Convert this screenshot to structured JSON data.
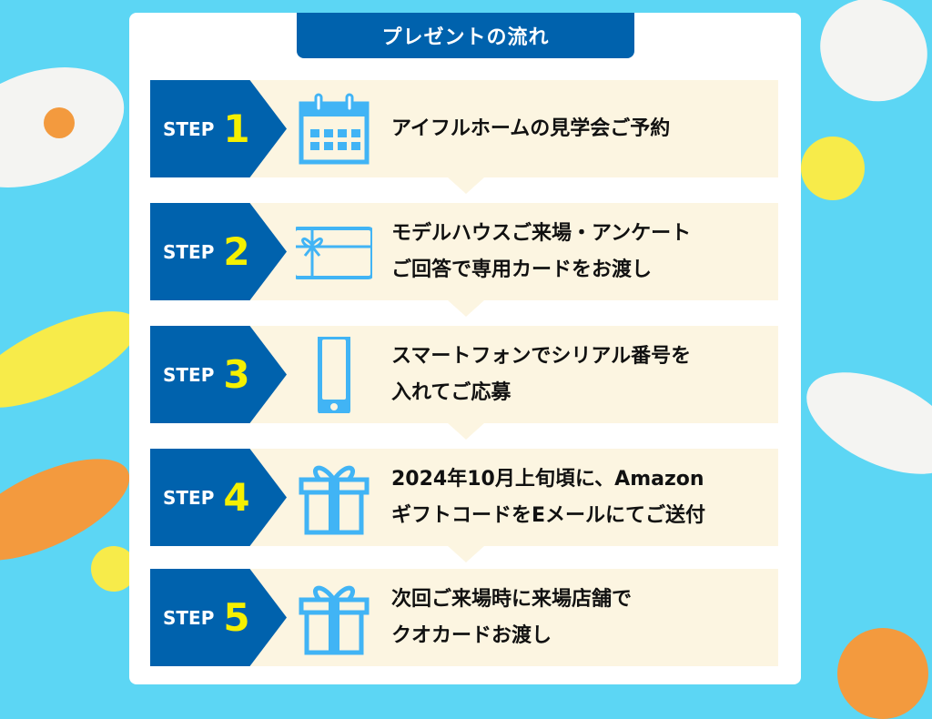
{
  "title": "プレゼントの流れ",
  "step_label": "STEP",
  "steps": [
    {
      "num": "1",
      "icon": "calendar-icon",
      "lines": [
        "アイフルホームの見学会ご予約"
      ]
    },
    {
      "num": "2",
      "icon": "gift-card-icon",
      "lines": [
        "モデルハウスご来場・アンケート",
        "ご回答で専用カードをお渡し"
      ]
    },
    {
      "num": "3",
      "icon": "smartphone-icon",
      "lines": [
        "スマートフォンでシリアル番号を",
        "入れてご応募"
      ]
    },
    {
      "num": "4",
      "icon": "gift-box-icon",
      "lines": [
        "2024年10月上旬頃に、Amazon",
        "ギフトコードをEメールにてご送付"
      ]
    },
    {
      "num": "5",
      "icon": "gift-box-icon",
      "lines": [
        "次回ご来場時に来場店舗で",
        "クオカードお渡し"
      ]
    }
  ],
  "colors": {
    "primary": "#0062ad",
    "accent": "#f5f000",
    "icon": "#41b4f5",
    "row_bg": "#fcf5e1",
    "background": "#5cd6f4"
  }
}
